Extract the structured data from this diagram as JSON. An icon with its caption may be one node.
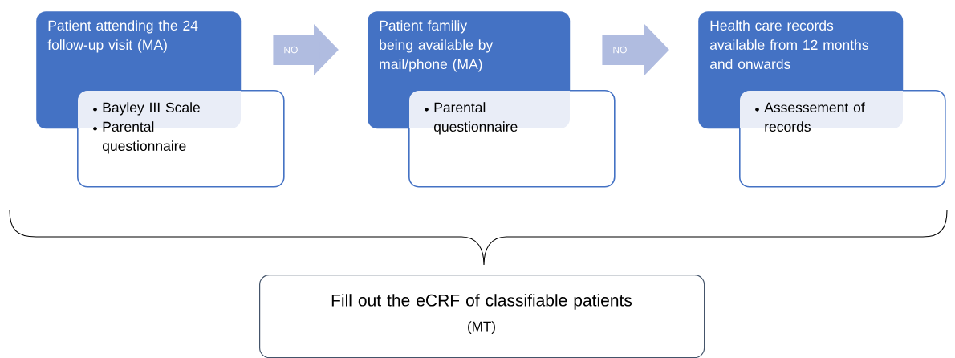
{
  "diagram": {
    "nodes": [
      {
        "text": [
          "Patient attending the 24 follow-up visit (MA)"
        ]
      },
      {
        "text": [
          "Bayley III Scale",
          "Parental questionnaire"
        ]
      },
      {
        "text": [
          "Patient familiy being available by mail/phone (MA)"
        ]
      },
      {
        "text": [
          "Parental questionnaire"
        ]
      },
      {
        "text": [
          "Health care records available from 12 months and onwards"
        ]
      },
      {
        "text": [
          "Assessement of records"
        ]
      },
      {
        "text": [
          "Fill out the eCRF of classifiable patients",
          "(MT)"
        ]
      }
    ],
    "edges": [
      {
        "from": 0,
        "to": 2,
        "arrow": "to",
        "label": "NO"
      },
      {
        "from": 2,
        "to": 4,
        "arrow": "to",
        "label": "NO"
      }
    ]
  }
}
